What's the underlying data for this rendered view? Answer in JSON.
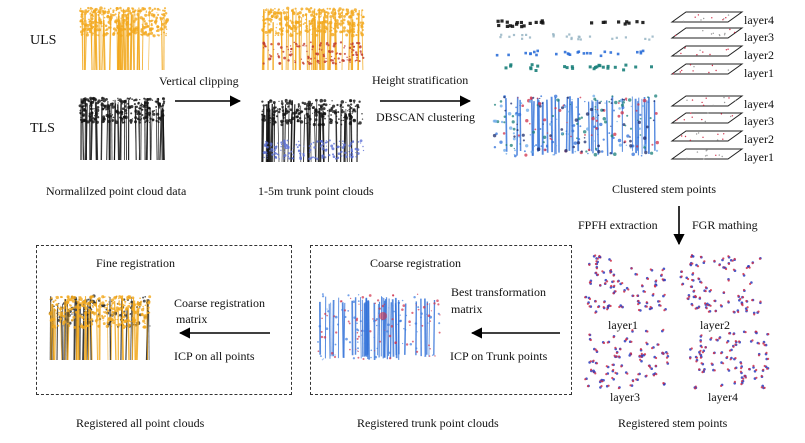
{
  "rows": {
    "uls": "ULS",
    "tls": "TLS"
  },
  "steps": {
    "vertical_clipping": "Vertical clipping",
    "height_stratification": "Height stratification",
    "dbscan_clustering": "DBSCAN clustering",
    "fpfh_extraction": "FPFH extraction",
    "fgr_matching": "FGR mathing",
    "best_transformation_line1": "Best transformation",
    "best_transformation_line2": "matrix",
    "icp_trunk": "ICP on Trunk points",
    "coarse_matrix_line1": "Coarse registration",
    "coarse_matrix_line2": "matrix",
    "icp_all": "ICP on all points"
  },
  "captions": {
    "normalized": "Normalilzed point cloud data",
    "trunk": "1-5m trunk point clouds",
    "clustered": "Clustered stem points",
    "registered_stem": "Registered stem points",
    "registered_trunk": "Registered trunk point clouds",
    "registered_all": "Registered all point clouds"
  },
  "boxes": {
    "fine": "Fine registration",
    "coarse": "Coarse registration"
  },
  "layers": {
    "uls": [
      "layer4",
      "layer3",
      "layer2",
      "layer1"
    ],
    "tls": [
      "layer4",
      "layer3",
      "layer2",
      "layer1"
    ],
    "registered": [
      "layer1",
      "layer2",
      "layer3",
      "layer4"
    ]
  },
  "colors": {
    "uls_points": "#f2a81c",
    "tls_points": "#111111",
    "trunk_highlight_red": "#c0392b",
    "trunk_highlight_blue": "#5b6fd6",
    "stem_blue": "#2e6fd8",
    "stem_teal": "#1a7f7a",
    "match_red": "#d0304a",
    "match_blue": "#2a3dbf"
  }
}
